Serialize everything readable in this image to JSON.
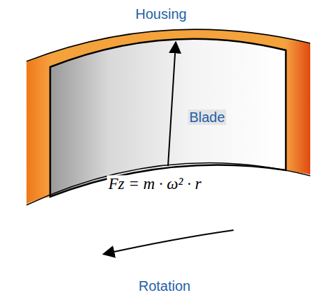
{
  "diagram": {
    "labels": [
      "Housing",
      "Blade",
      "Fz = m · ω² · r",
      "Rotation"
    ]
  }
}
